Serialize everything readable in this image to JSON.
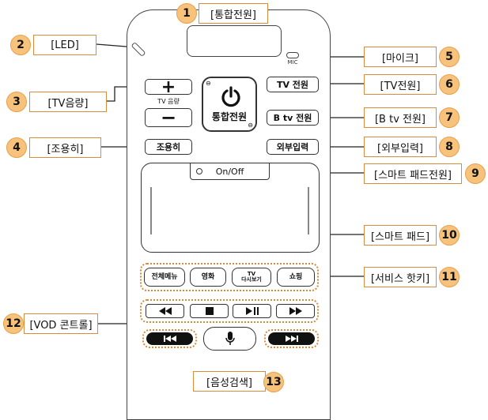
{
  "remote": {
    "mic_mark": "MIC",
    "volume_plus": "+",
    "volume_caption": "TV 음량",
    "volume_minus": "−",
    "power_label": "통합전원",
    "tv_power": "TV 전원",
    "btv_power": "B tv 전원",
    "mute": "조용히",
    "external_input": "외부입력",
    "pad_tab": "On/Off",
    "hotkeys": {
      "full_menu": "전체메뉴",
      "movie": "영화",
      "tv": "TV",
      "replay": "다시보기",
      "shopping": "쇼핑"
    }
  },
  "callouts": [
    {
      "number": "1",
      "label": "[통합전원]"
    },
    {
      "number": "2",
      "label": "[LED]"
    },
    {
      "number": "3",
      "label": "[TV음량]"
    },
    {
      "number": "4",
      "label": "[조용히]"
    },
    {
      "number": "5",
      "label": "[마이크]"
    },
    {
      "number": "6",
      "label": "[TV전원]"
    },
    {
      "number": "7",
      "label": "[B tv 전원]"
    },
    {
      "number": "8",
      "label": "[외부입력]"
    },
    {
      "number": "9",
      "label": "[스마트 패드전원]"
    },
    {
      "number": "10",
      "label": "[스마트 패드]"
    },
    {
      "number": "11",
      "label": "[서비스 핫키]"
    },
    {
      "number": "12",
      "label": "[VOD 콘트롤]"
    },
    {
      "number": "13",
      "label": "[음성검색]"
    }
  ],
  "colors": {
    "accent": "#f6c27c",
    "outline": "#d98c3d",
    "line": "#222222"
  }
}
